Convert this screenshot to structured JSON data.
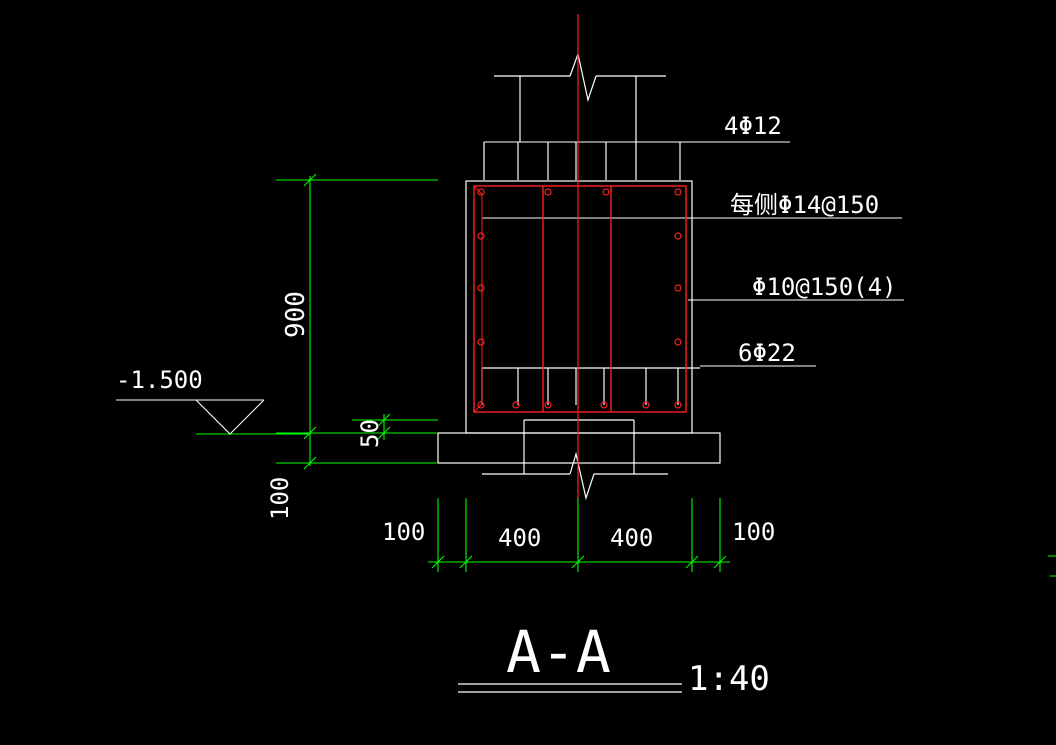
{
  "colors": {
    "background": "#000000",
    "outline": "#ffffff",
    "rebar": "#ff2020",
    "dimension": "#00ff00",
    "text": "#ffffff"
  },
  "drawing": {
    "section_title": "A-A",
    "scale": "1:40"
  },
  "rebar_labels": {
    "top_bars": "4Φ12",
    "side_bars": "每侧Φ14@150",
    "stirrups": "Φ10@150(4)",
    "bottom_bars": "6Φ22"
  },
  "elevation": {
    "level": "-1.500"
  },
  "dimensions": {
    "beam_height": "900",
    "cover": "50",
    "cushion": "100",
    "left_offset": "100",
    "left_half": "400",
    "right_half": "400",
    "right_offset": "100"
  }
}
